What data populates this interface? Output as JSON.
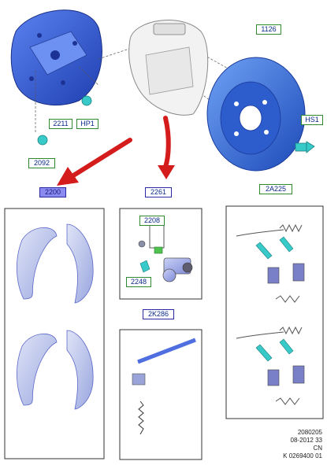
{
  "callouts": {
    "backing_plate": "2211",
    "plug": "HP1",
    "grommet": "2092",
    "drum": "1126",
    "drum_bolt": "HS1",
    "shoe_kit": "2200",
    "cylinder_kit": "2261",
    "bleeder_kit": "2208",
    "cylinder_bolt": "2248",
    "spring_kit": "2A225",
    "adjuster_kit": "2K286"
  },
  "footer": {
    "line1": "2080205",
    "line2": "08-2012 33",
    "line3": "CN",
    "line4": "K 0269400 01"
  },
  "colors": {
    "part_blue": "#3b5fd9",
    "part_blue_light": "#a9b6f0",
    "tag_green": "#2f8a2f",
    "tag_blue": "#2a2aa6",
    "arrow_red": "#d41c1c",
    "cyan_part": "#38c9c9"
  }
}
